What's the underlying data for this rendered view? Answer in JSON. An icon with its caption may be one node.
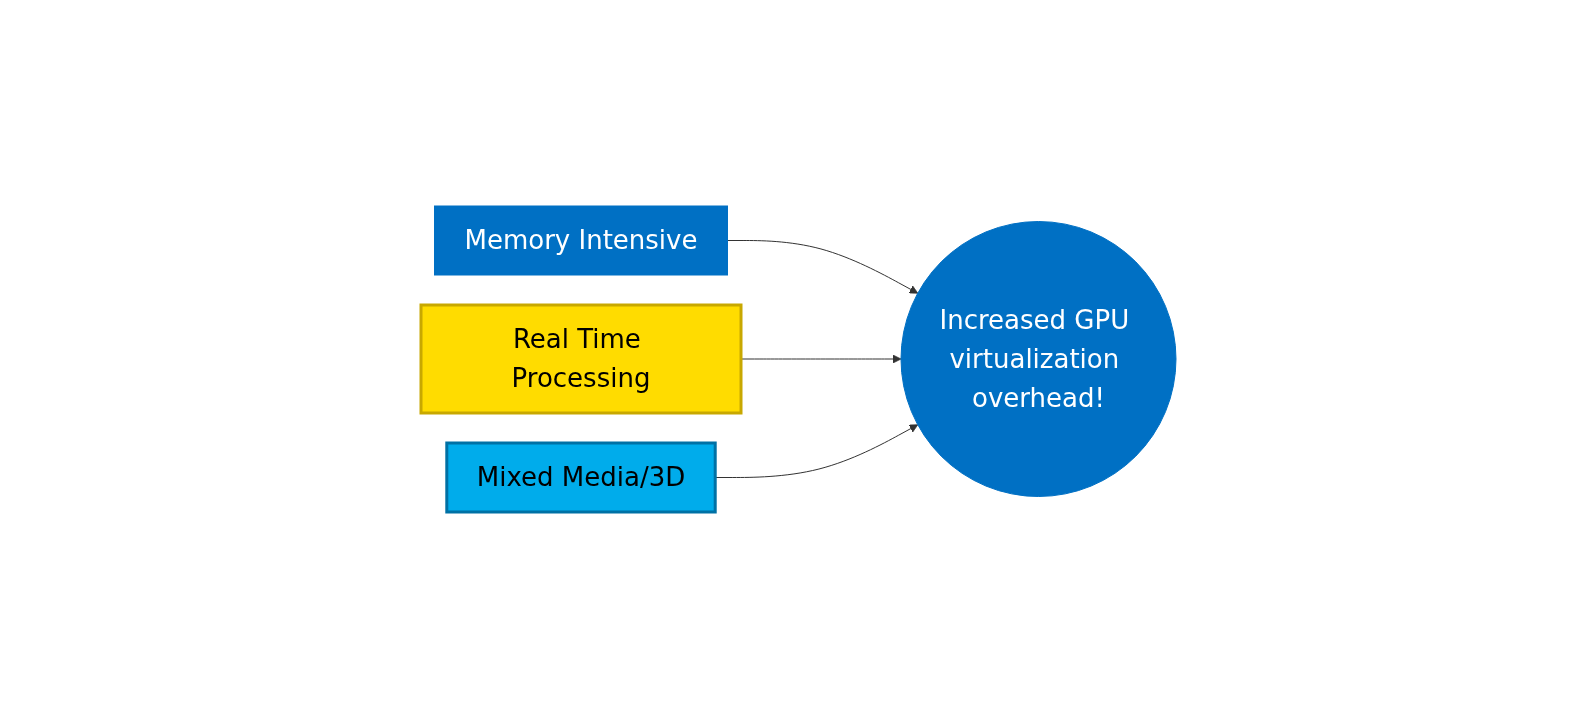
{
  "diagram": {
    "nodes": [
      {
        "text": [
          "Memory Intensive"
        ]
      },
      {
        "text": [
          "Real Time Processing"
        ]
      },
      {
        "text": [
          "Mixed Media/3D"
        ]
      },
      {
        "text": [
          "Increased GPU virtualization overhead!"
        ]
      }
    ],
    "edges": [
      {
        "from": 0,
        "to": 3,
        "arrow": "to"
      },
      {
        "from": 1,
        "to": 3,
        "arrow": "to"
      },
      {
        "from": 2,
        "to": 3,
        "arrow": "to"
      }
    ]
  }
}
